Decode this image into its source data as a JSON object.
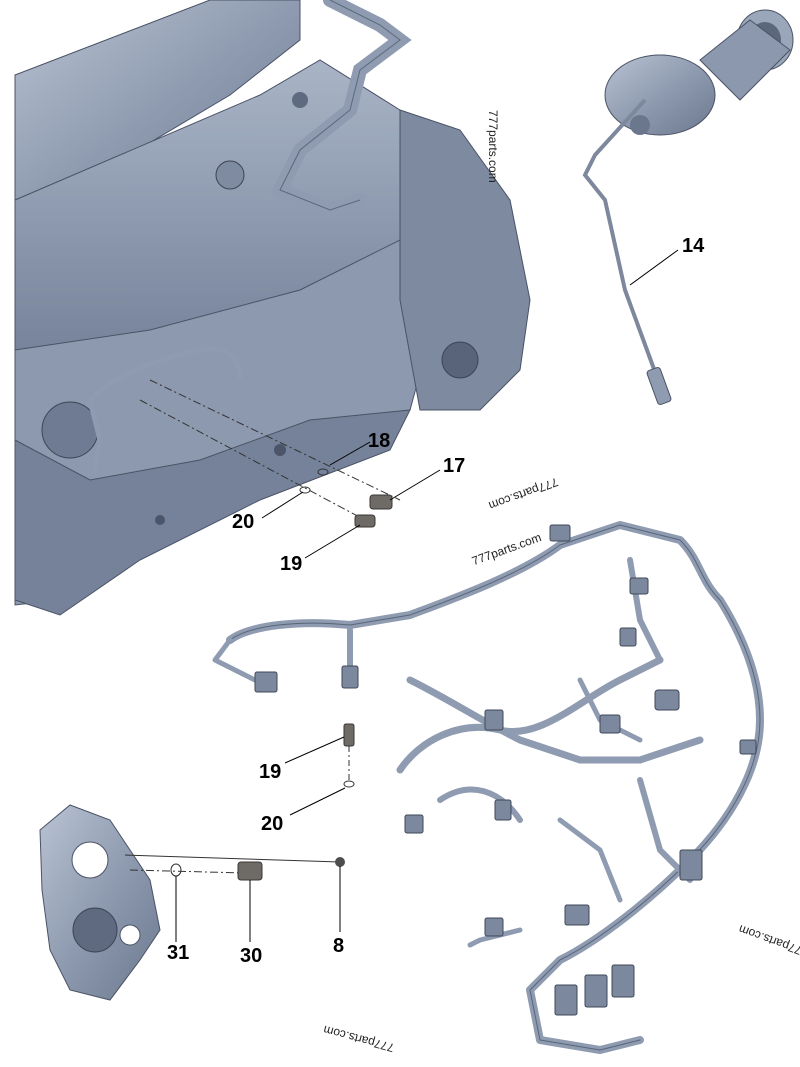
{
  "diagram": {
    "callouts": [
      {
        "id": "14",
        "text": "14"
      },
      {
        "id": "18",
        "text": "18"
      },
      {
        "id": "17",
        "text": "17"
      },
      {
        "id": "20a",
        "text": "20"
      },
      {
        "id": "19a",
        "text": "19"
      },
      {
        "id": "19b",
        "text": "19"
      },
      {
        "id": "20b",
        "text": "20"
      },
      {
        "id": "31",
        "text": "31"
      },
      {
        "id": "30",
        "text": "30"
      },
      {
        "id": "8",
        "text": "8"
      }
    ],
    "watermarks": [
      {
        "id": "wm1",
        "text": "777parts.com"
      },
      {
        "id": "wm2",
        "text": "777parts.com"
      },
      {
        "id": "wm3",
        "text": "777parts.com"
      },
      {
        "id": "wm4",
        "text": "777parts.com"
      },
      {
        "id": "wm5",
        "text": "777parts.com"
      }
    ]
  },
  "colors": {
    "part_fill": "#8e9bb0",
    "part_shadow": "#6b778c",
    "part_highlight": "#b7c2d2",
    "line": "#000000"
  }
}
